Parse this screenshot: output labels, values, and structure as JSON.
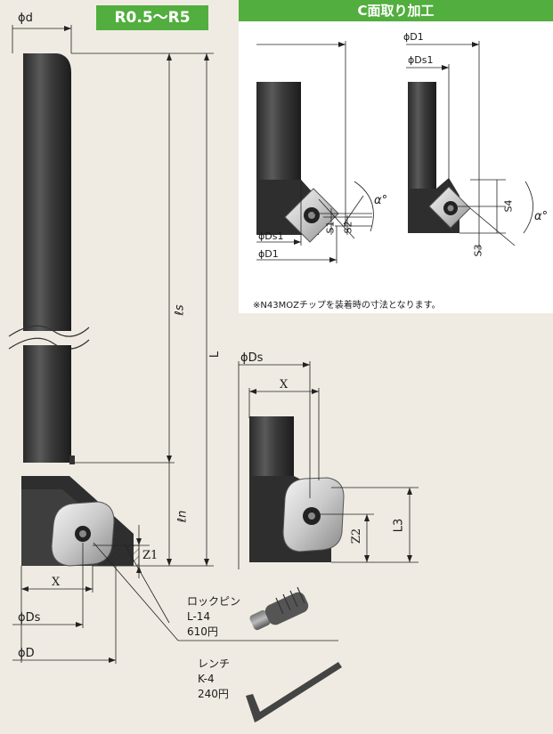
{
  "header": {
    "corner_badge": "R0.5〜R5",
    "c_chamfer_title": "C面取り加工"
  },
  "main_view": {
    "label_phi_d": "ϕd",
    "label_ls": "ℓs",
    "label_L": "L",
    "label_ln": "ℓn",
    "label_Z1": "Z1",
    "label_X": "X",
    "label_phi_Ds": "ϕDs",
    "label_phi_D": "ϕD"
  },
  "chamfer_panel": {
    "left": {
      "label_phi_Ds1": "ϕDs1",
      "label_phi_D1": "ϕD1",
      "label_S1": "S1",
      "label_S2": "S2",
      "label_alpha": "α°"
    },
    "right": {
      "label_phi_D1": "ϕD1",
      "label_phi_Ds1": "ϕDs1",
      "label_S4": "S4",
      "label_S3": "S3",
      "label_alpha": "α°"
    },
    "note": "※N43MOZチップを装着時の寸法となります。"
  },
  "side_view": {
    "label_phi_Ds": "ϕDs",
    "label_X": "X",
    "label_Z2": "Z2",
    "label_L3": "L3"
  },
  "parts": {
    "lock_pin": {
      "name": "ロックピン",
      "code": "L-14",
      "price": "610円"
    },
    "wrench": {
      "name": "レンチ",
      "code": "K-4",
      "price": "240円"
    }
  }
}
